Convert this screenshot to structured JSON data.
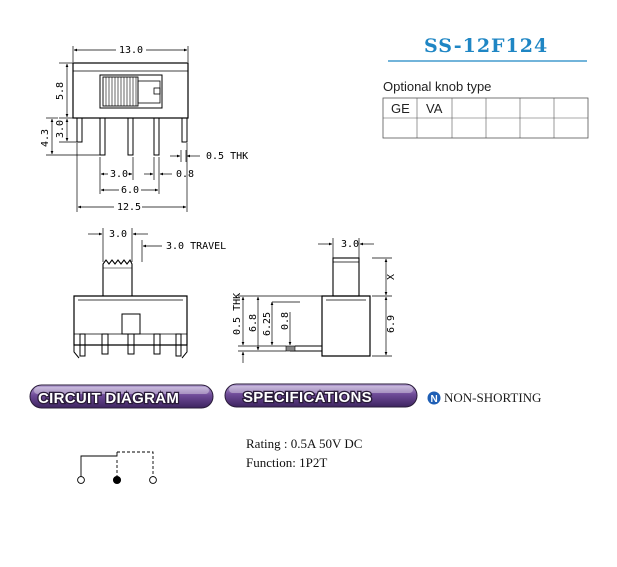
{
  "model": {
    "title": "SS-12F124",
    "accent_color": "#1f86c4"
  },
  "knob": {
    "title": "Optional knob type",
    "cells_row1": [
      "GE",
      "VA",
      "",
      "",
      "",
      ""
    ],
    "cells_row2": [
      "",
      "",
      "",
      "",
      "",
      ""
    ]
  },
  "top_view": {
    "overall_width": "13.0",
    "body_height": "5.8",
    "pin_length_small": "3.0",
    "pin_length_total": "4.3",
    "pin_thickness": "0.5 THK",
    "pin_width": "0.8",
    "pin_pitch": "3.0",
    "outer_pin_span": "6.0",
    "base_width": "12.5"
  },
  "front_view": {
    "knob_width": "3.0",
    "travel": "3.0 TRAVEL"
  },
  "side_view": {
    "knob_depth": "3.0",
    "knob_height": "X",
    "thickness": "0.5 THK",
    "height_6_8": "6.8",
    "height_6_25": "6.25",
    "offset_0_8": "0.8",
    "height_6_9": "6.9"
  },
  "sections": {
    "circuit_label": "CIRCUIT DIAGRAM",
    "specs_label": "SPECIFICATIONS",
    "banner_color": "#6f4b98"
  },
  "non_shorting": {
    "badge": "N",
    "label": "NON-SHORTING",
    "badge_color": "#1f5fb5"
  },
  "specifications": {
    "rating": "Rating : 0.5A 50V DC",
    "function": "Function: 1P2T"
  }
}
